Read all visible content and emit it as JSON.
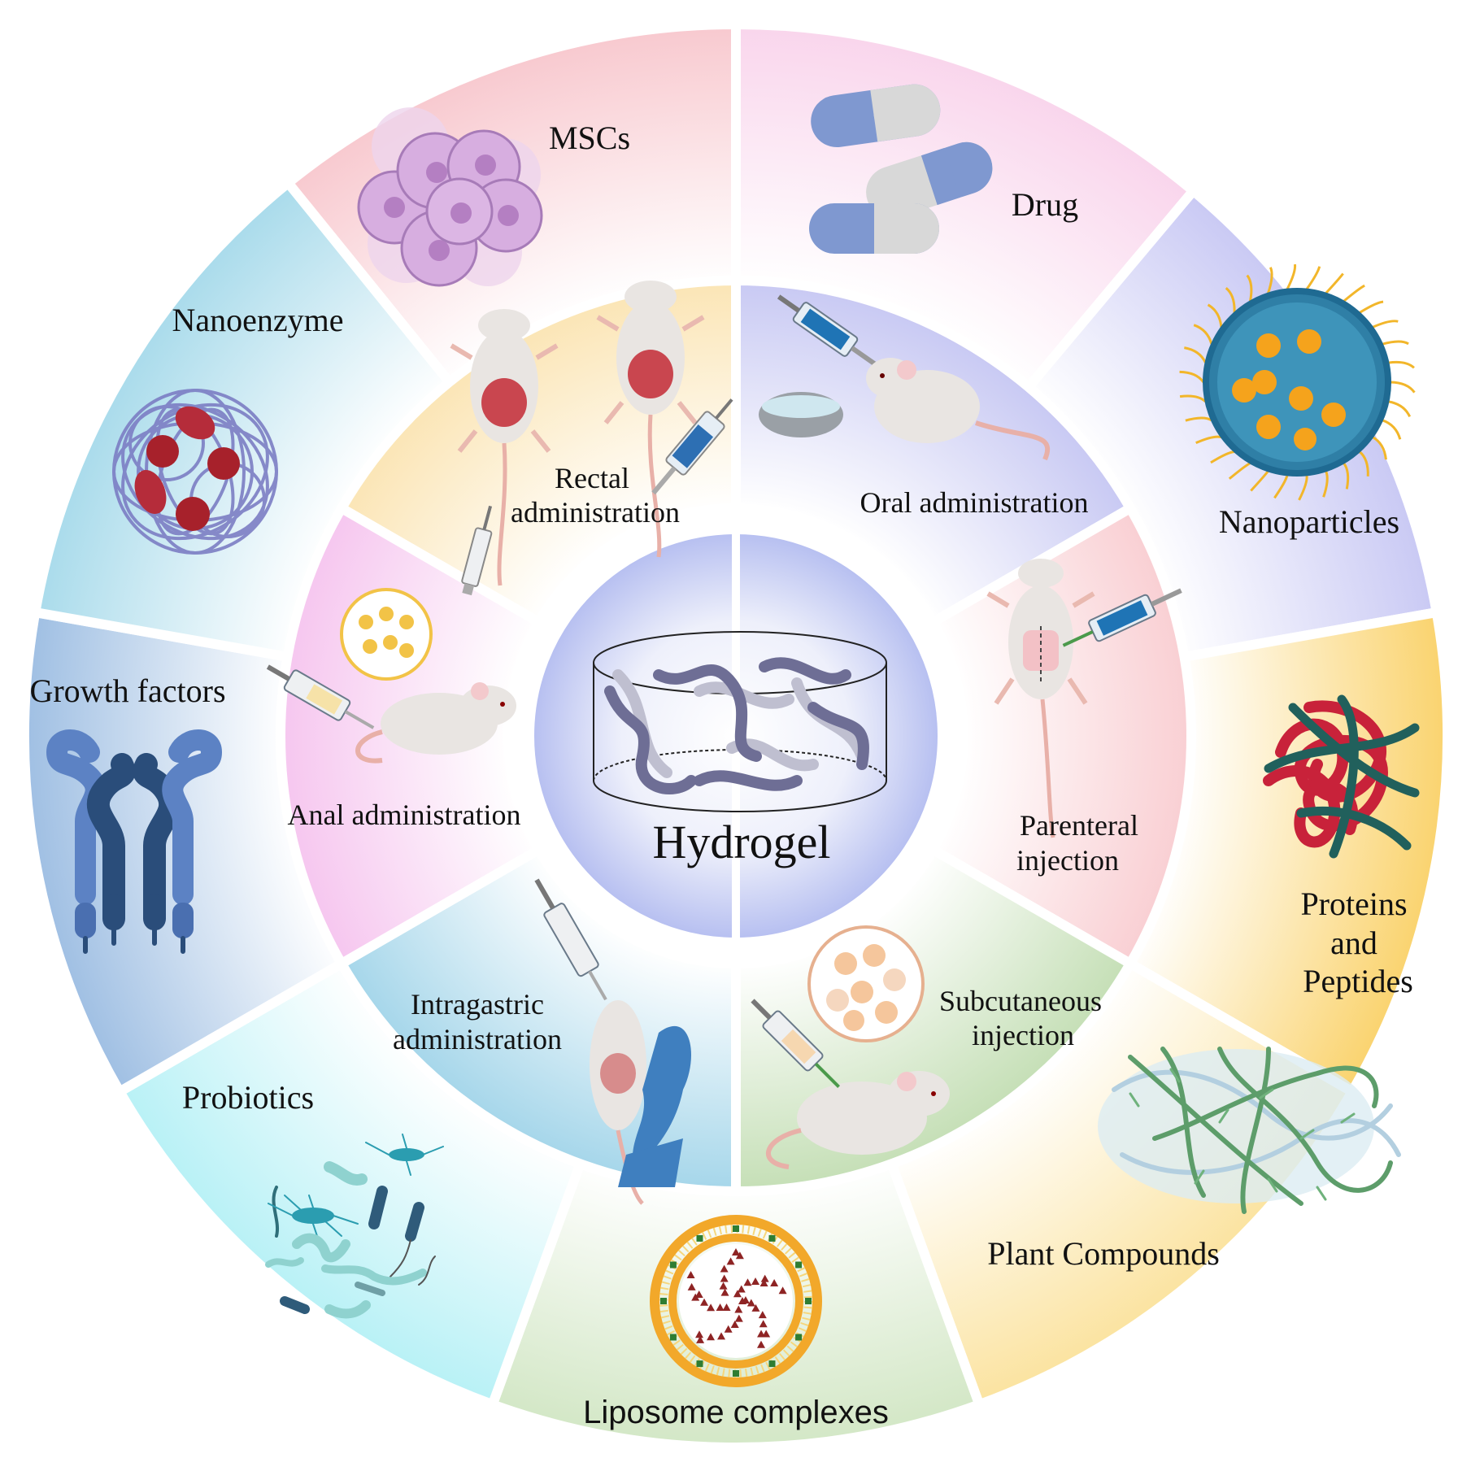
{
  "center": {
    "label": "Hydrogel"
  },
  "outer_ring": {
    "msc": "MSCs",
    "drug": "Drug",
    "nanoparticles": "Nanoparticles",
    "proteins": [
      "Proteins",
      "and",
      "Peptides"
    ],
    "plant": "Plant Compounds",
    "liposome": "Liposome complexes",
    "probiotics": "Probiotics",
    "growth": "Growth factors",
    "nanoenzyme": "Nanoenzyme"
  },
  "inner_ring": {
    "rectal": [
      "Rectal",
      "administration"
    ],
    "oral": "Oral administration",
    "parenteral": [
      "Parenteral",
      "injection"
    ],
    "subcutaneous": [
      "Subcutaneous",
      "injection"
    ],
    "intragastric": [
      "Intragastric",
      "administration"
    ],
    "anal": "Anal administration"
  },
  "colors": {
    "msc": "#f8c9cf",
    "drug": "#f9d5ec",
    "nanoparticles": "#c9c9f4",
    "proteins": "#fad36e",
    "plant": "#fbe3a0",
    "liposome": "#d3e7c6",
    "probiotics": "#b8f1f6",
    "growth": "#9fbfe3",
    "nanoenzyme": "#a9dbeb",
    "rectal": "#fbe5b5",
    "oral": "#c8c9f3",
    "parenteral": "#f9cfd3",
    "subcutaneous": "#c5dfb6",
    "intragastric": "#a5d6ea",
    "anal": "#f6c6ef",
    "center": "#b4bdf0"
  }
}
